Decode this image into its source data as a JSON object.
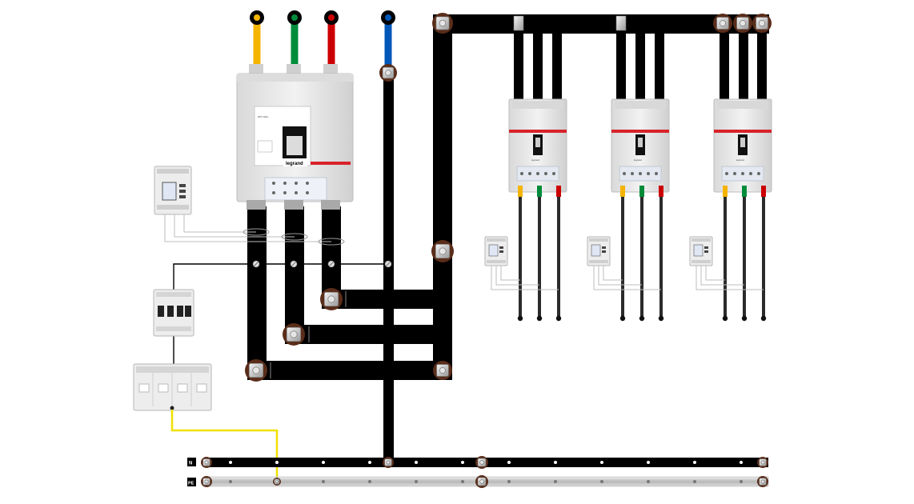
{
  "labels": {
    "neutral_bar": "N",
    "earth_bar": "PE",
    "main_breaker_brand": "legrand",
    "main_breaker_model": "DPX 630+",
    "main_breaker_rating": "",
    "outgoing_breaker_brand": "legrand"
  },
  "colors": {
    "phase_l1": "#f4b400",
    "phase_l2": "#008c3a",
    "phase_l3": "#cc0000",
    "neutral": "#0057b8",
    "busbar": "#000000",
    "pe_bar": "#c8c8c8",
    "earth_wire": "#f0e000",
    "breaker_body": "#e8e8e8",
    "terminal_ring": "#5a2d1a",
    "accent_red": "#d8232a"
  },
  "icons": {
    "busbar_clamp": "bolt-clamp-icon",
    "meter": "energy-meter-icon",
    "breaker": "circuit-breaker-icon",
    "spd": "surge-protector-icon"
  }
}
